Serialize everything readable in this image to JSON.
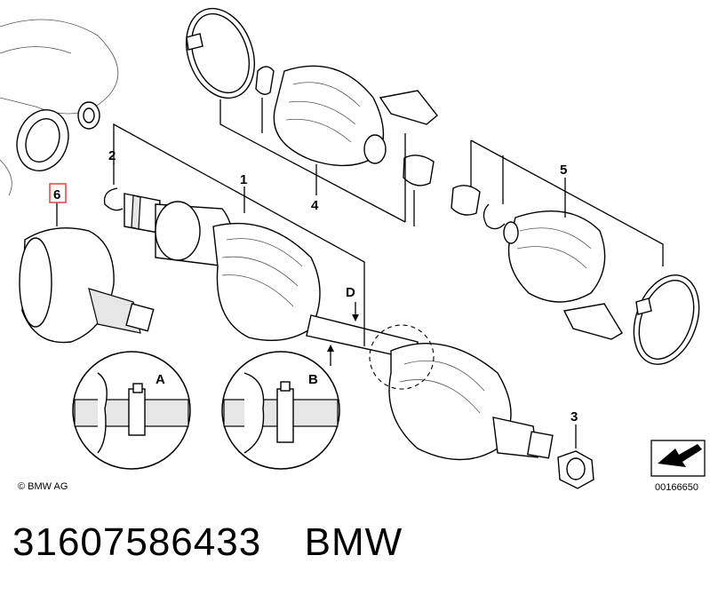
{
  "callouts": {
    "one": "1",
    "two": "2",
    "three": "3",
    "four": "4",
    "five": "5",
    "six": "6",
    "detail_a": "A",
    "detail_b": "B",
    "detail_d": "D"
  },
  "highlight_color": "#d9534f",
  "copyright": "© BMW AG",
  "diagram_number": "00166650",
  "part_number": "31607586433",
  "brand": "BMW"
}
